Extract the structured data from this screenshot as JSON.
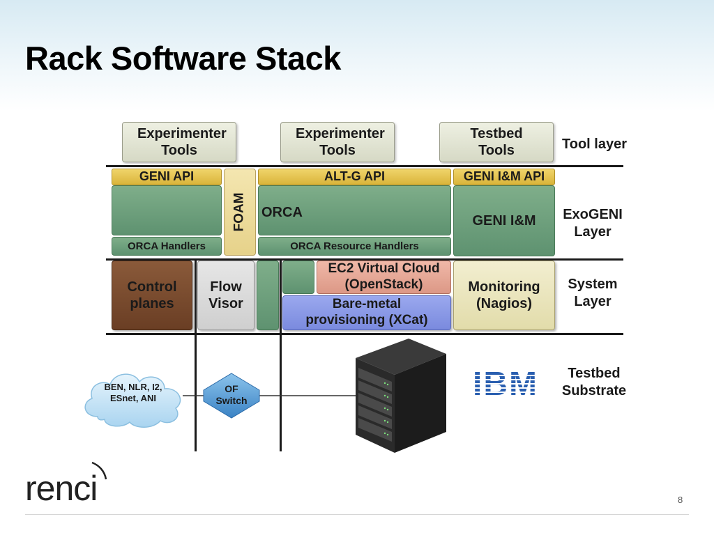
{
  "slide": {
    "title": "Rack Software Stack",
    "page_number": "8"
  },
  "layers": {
    "tool": "Tool layer",
    "exogeni": "ExoGENI Layer",
    "system": "System Layer",
    "substrate": "Testbed Substrate"
  },
  "tool_layer": {
    "experimenter_tools_1": "Experimenter Tools",
    "experimenter_tools_2": "Experimenter Tools",
    "testbed_tools": "Testbed Tools"
  },
  "apis": {
    "geni_api": "GENI API",
    "altg_api": "ALT-G API",
    "geni_im_api": "GENI I&M API"
  },
  "exogeni_layer": {
    "foam": "FOAM",
    "orca": "ORCA",
    "geni_im": "GENI I&M",
    "orca_handlers": "ORCA Handlers",
    "orca_resource_handlers": "ORCA Resource Handlers"
  },
  "system_layer": {
    "control_planes": "Control planes",
    "flow_visor": "Flow Visor",
    "ec2_virtual_cloud": "EC2 Virtual Cloud (OpenStack)",
    "bare_metal": "Bare-metal provisioning (XCat)",
    "monitoring": "Monitoring (Nagios)"
  },
  "substrate": {
    "cloud": "BEN, NLR, I2, ESnet, ANI",
    "of_switch": "OF Switch",
    "vendor_logo": "IBM"
  },
  "logo": {
    "text": "renci"
  },
  "colors": {
    "tool_box": "#e2e4d2",
    "api_yellow": "#e6c24f",
    "exogeni_green": "#6fa07c",
    "control_planes_brown": "#7a4a2e",
    "flow_visor_gray": "#d9d9d9",
    "ec2_salmon": "#e6a898",
    "bare_metal_blue": "#8a9ae6",
    "monitoring_cream": "#ede8c0",
    "cloud_blue": "#bfe0f5",
    "switch_blue": "#5aa0d8",
    "ibm_blue": "#2a5fb0"
  }
}
